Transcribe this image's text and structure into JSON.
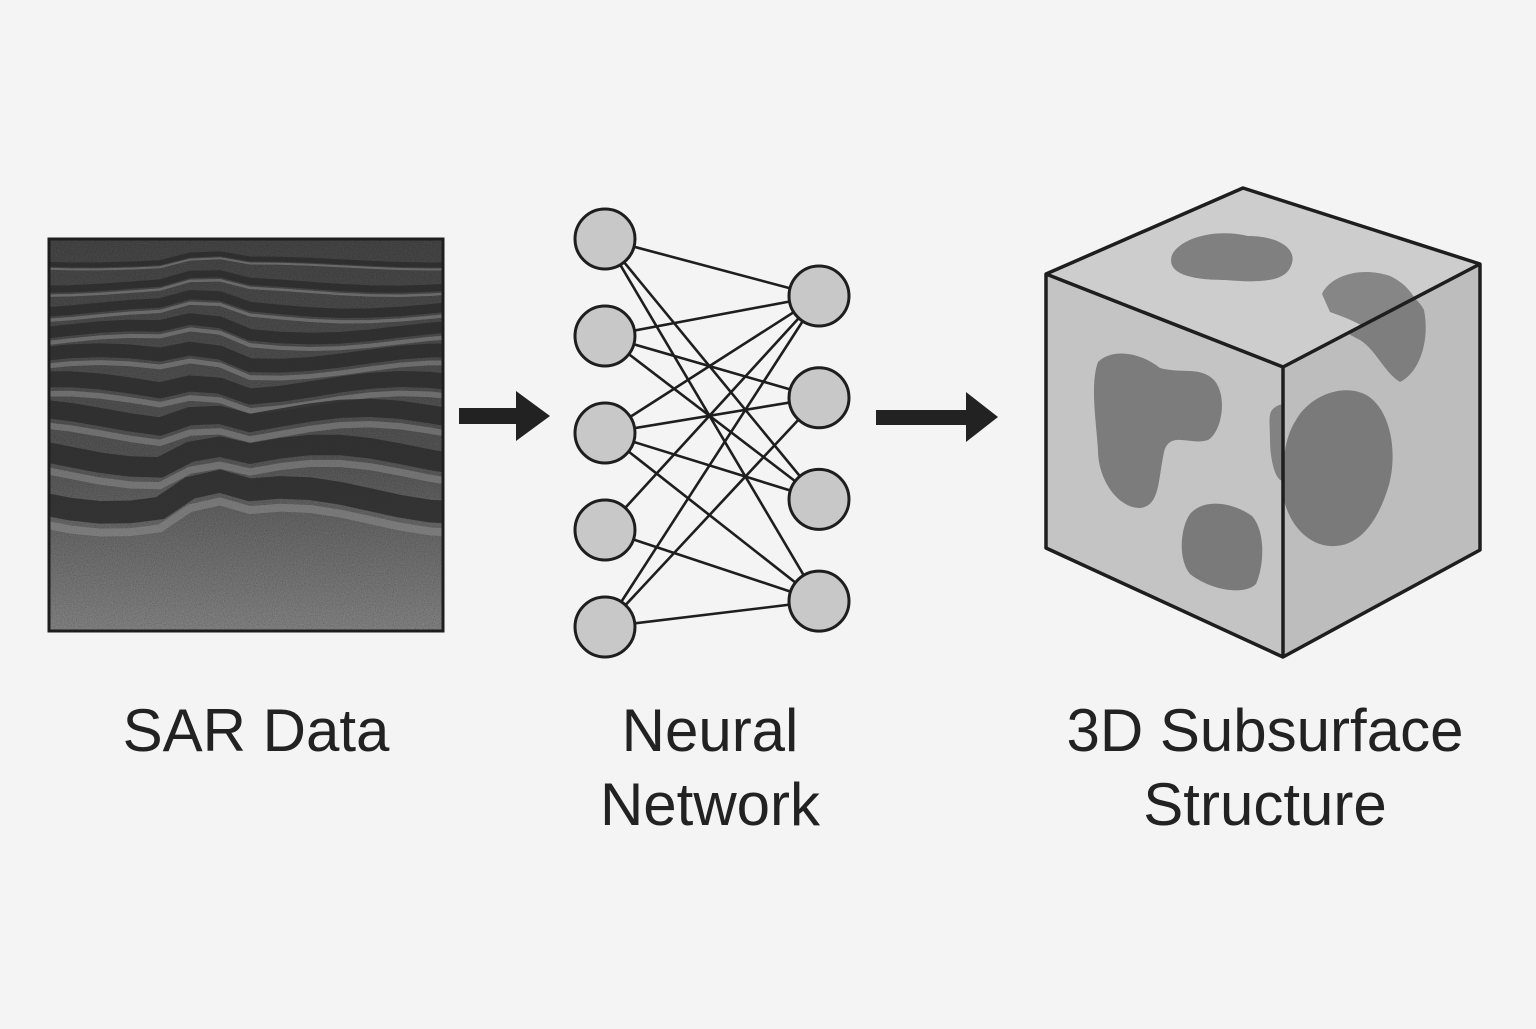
{
  "sar_panel": {
    "label": "SAR Data",
    "stripe_color": "#2b2b2b",
    "bright_color": "#9a9a9a"
  },
  "network_panel": {
    "label_line1": "Neural",
    "label_line2": "Network",
    "input_nodes": 5,
    "output_nodes": 4,
    "node_fill": "#c8c8c8",
    "stroke_color": "#1e1e1e"
  },
  "structure_panel": {
    "label_line1": "3D Subsurface",
    "label_line2": "Structure",
    "cube_face_color": "#c3c3c3",
    "blob_color": "#7a7a7a"
  },
  "arrows": [
    {
      "icon": "arrow-right-icon",
      "color": "#222222"
    },
    {
      "icon": "arrow-right-icon",
      "color": "#222222"
    }
  ],
  "colors": {
    "background": "#f4f4f4",
    "ink": "#222222"
  }
}
